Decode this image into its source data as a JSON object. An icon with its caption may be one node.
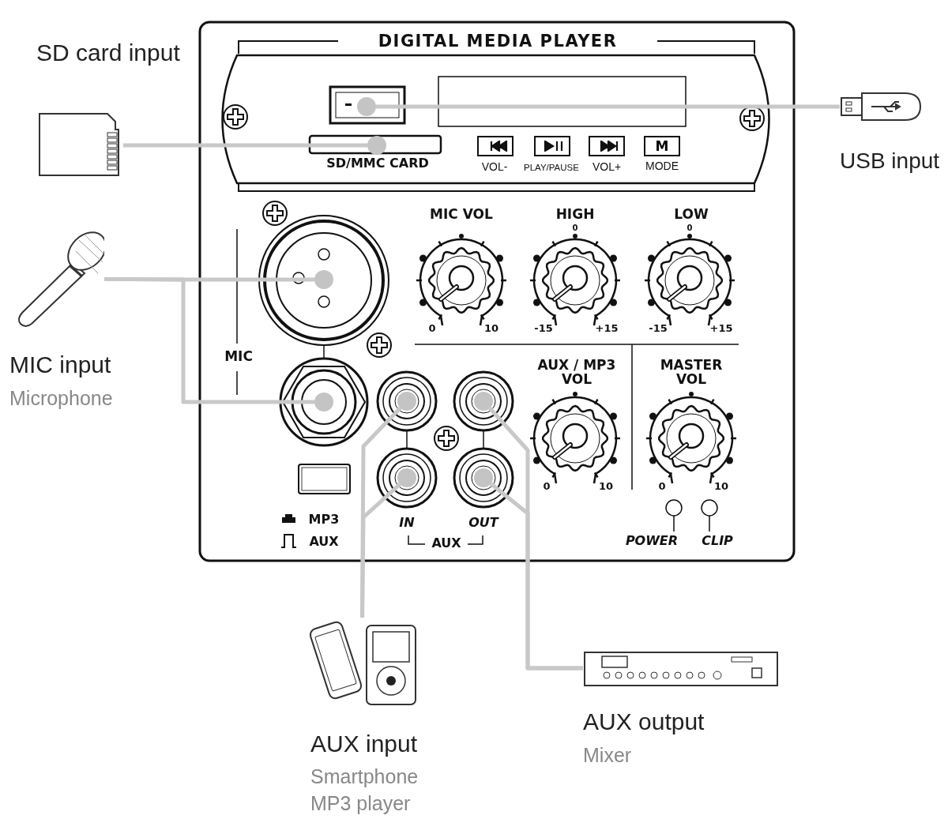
{
  "diagram": {
    "nodes": [
      {
        "text": [],
        "shape": "picture",
        "beside": [
          "SD card input"
        ]
      },
      {
        "text": [],
        "shape": "circle"
      },
      {
        "text": [],
        "shape": "circle"
      },
      {
        "text": [],
        "shape": "picture",
        "beside": [
          "USB input"
        ]
      },
      {
        "text": [],
        "shape": "picture",
        "beside": [
          "MIC input",
          "Microphone"
        ]
      },
      {
        "text": [],
        "shape": "circle"
      },
      {
        "text": [],
        "shape": "circle"
      },
      {
        "text": [],
        "shape": "circle"
      },
      {
        "text": [],
        "shape": "circle"
      },
      {
        "text": [],
        "shape": "circle"
      },
      {
        "text": [],
        "shape": "circle"
      },
      {
        "text": [],
        "shape": "picture",
        "beside": [
          "AUX input",
          "Smartphone",
          "MP3 player"
        ]
      },
      {
        "text": [],
        "shape": "picture",
        "beside": [
          "AUX output",
          "Mixer"
        ]
      }
    ],
    "edges": [
      {
        "from": 0,
        "to": 1,
        "arrow": "none"
      },
      {
        "from": 2,
        "to": 3,
        "arrow": "none"
      },
      {
        "from": 4,
        "to": 5,
        "arrow": "none"
      },
      {
        "from": 4,
        "to": 6,
        "arrow": "none"
      },
      {
        "from": 7,
        "to": 11,
        "arrow": "none"
      },
      {
        "from": 8,
        "to": 11,
        "arrow": "none"
      },
      {
        "from": 9,
        "to": 12,
        "arrow": "none"
      },
      {
        "from": 10,
        "to": 12,
        "arrow": "none"
      }
    ],
    "labels": [
      "DIGITAL MEDIA PLAYER",
      "M",
      "SD/MMC CARD",
      "VOL-",
      "PLAY/PAUSE",
      "VOL+",
      "MODE",
      "MIC VOL",
      "HIGH",
      "LOW",
      "0",
      "0",
      "0",
      "10",
      "-15",
      "+15",
      "-15",
      "+15",
      "MIC",
      "AUX / MP3 VOL",
      "MASTER VOL",
      "0",
      "10",
      "0",
      "10",
      "MP3",
      "AUX",
      "IN",
      "OUT",
      "AUX",
      "POWER",
      "CLIP"
    ]
  }
}
